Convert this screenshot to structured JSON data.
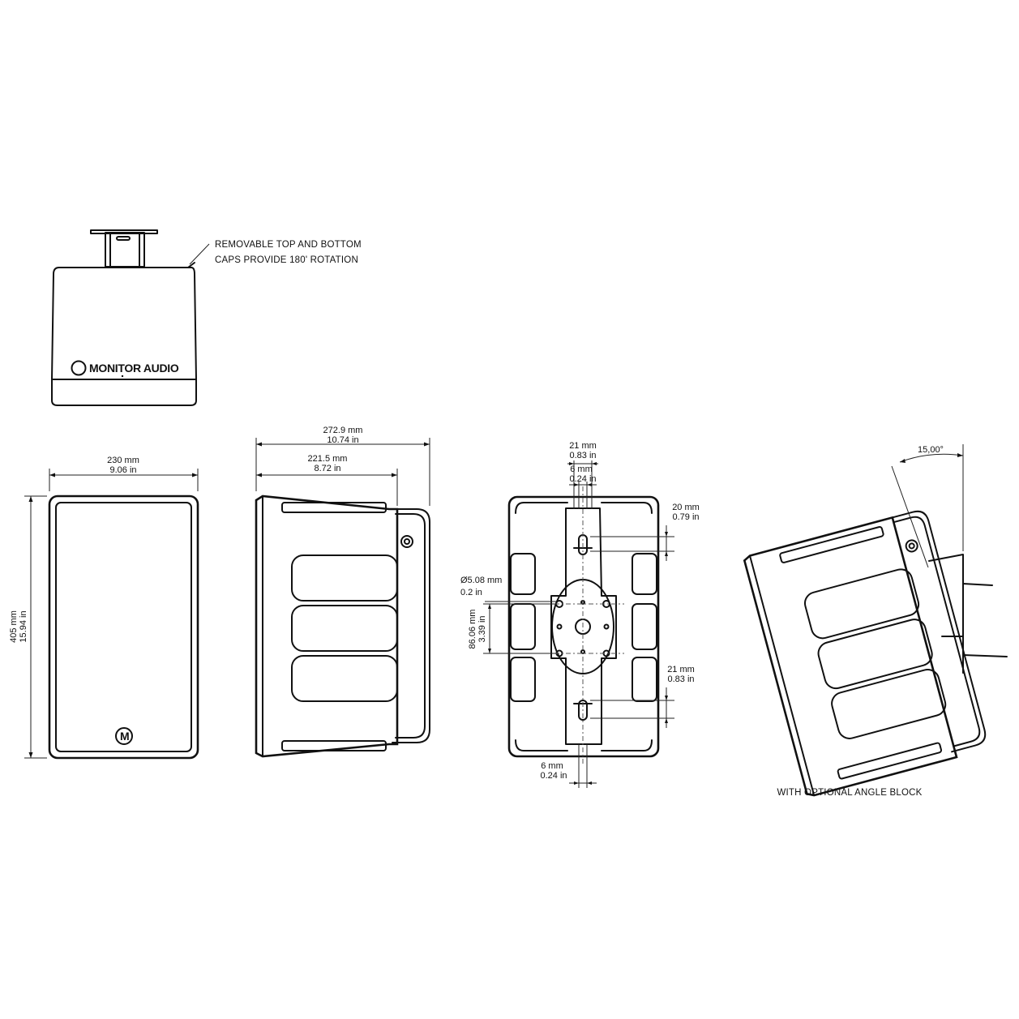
{
  "notes": {
    "caps_line1": "REMOVABLE TOP AND BOTTOM",
    "caps_line2": "CAPS PROVIDE 180' ROTATION",
    "angle_block": "WITH OPTIONAL ANGLE BLOCK"
  },
  "brand": {
    "name": "MONITOR AUDIO",
    "logo_letter": "M"
  },
  "dimensions": {
    "front_width_mm": "230 mm",
    "front_width_in": "9.06 in",
    "height_mm": "405 mm",
    "height_in": "15.94 in",
    "side_total_mm": "272.9 mm",
    "side_total_in": "10.74 in",
    "side_depth_mm": "221.5 mm",
    "side_depth_in": "8.72 in",
    "slot_width_top_mm": "21 mm",
    "slot_width_top_in": "0.83 in",
    "slot_inner_top_mm": "6 mm",
    "slot_inner_top_in": "0.24 in",
    "slot_top_offset_mm": "20 mm",
    "slot_top_offset_in": "0.79 in",
    "hole_dia_mm": "Ø5.08 mm",
    "hole_dia_in": "0.2 in",
    "hole_spacing_mm": "86.06 mm",
    "hole_spacing_in": "3.39 in",
    "slot_bottom_mm": "21 mm",
    "slot_bottom_in": "0.83 in",
    "slot_inner_bottom_mm": "6 mm",
    "slot_inner_bottom_in": "0.24 in",
    "angle": "15,00°"
  }
}
